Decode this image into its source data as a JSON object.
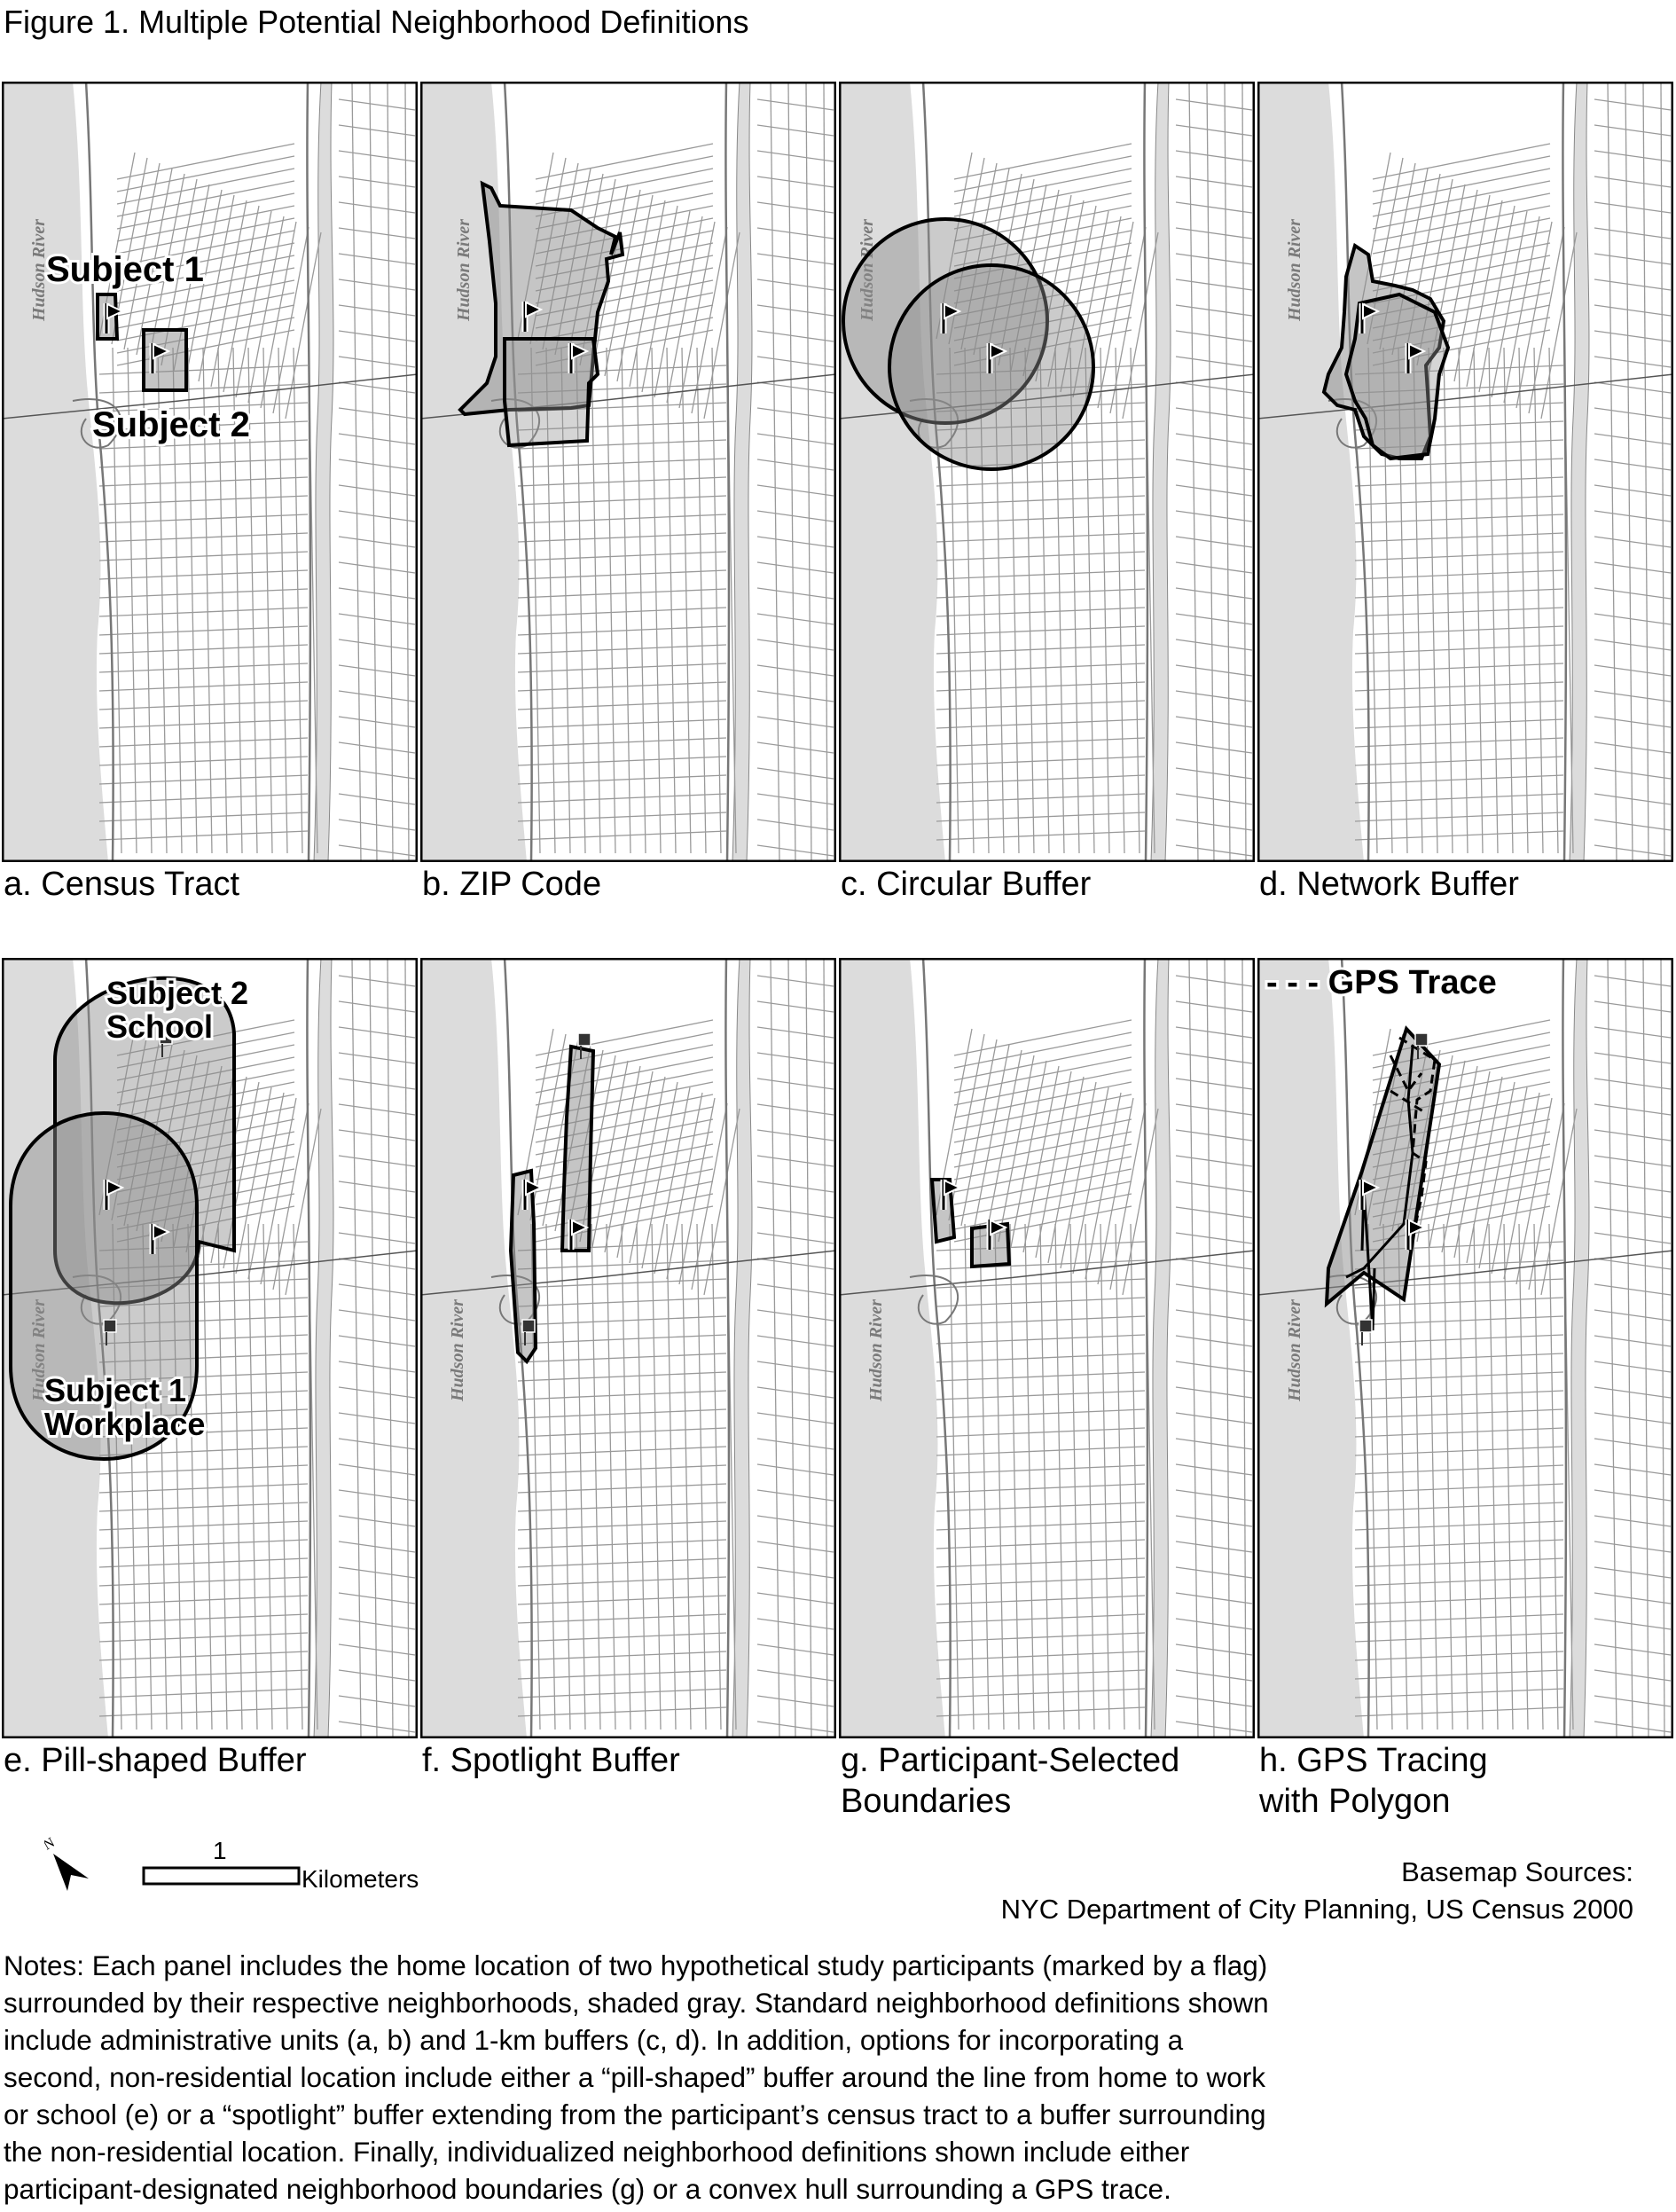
{
  "figure_title": "Figure 1. Multiple Potential Neighborhood Definitions",
  "river_label": "Hudson River",
  "panels": [
    {
      "caption": "a. Census Tract",
      "labels": [
        "Subject 1",
        "Subject 2"
      ]
    },
    {
      "caption": "b. ZIP Code",
      "labels": []
    },
    {
      "caption": "c. Circular Buffer",
      "labels": []
    },
    {
      "caption": "d. Network Buffer",
      "labels": []
    },
    {
      "caption": "e. Pill-shaped Buffer",
      "labels": [
        "Subject 2",
        "School",
        "Subject 1",
        "Workplace"
      ]
    },
    {
      "caption": "f. Spotlight Buffer",
      "labels": []
    },
    {
      "caption": "g. Participant-Selected",
      "caption2": "Boundaries",
      "labels": []
    },
    {
      "caption": "h. GPS Tracing",
      "caption2": "with Polygon",
      "labels": [
        "- - - GPS Trace"
      ]
    }
  ],
  "scale_bar": {
    "value": "1",
    "unit": "Kilometers",
    "north": "N"
  },
  "sources": {
    "line1": "Basemap Sources:",
    "line2": "NYC Department of City Planning, US Census 2000"
  },
  "notes": [
    "Notes: Each panel includes the home location of two hypothetical study participants (marked by a flag)",
    "surrounded by their respective neighborhoods, shaded gray.  Standard neighborhood definitions shown",
    "include administrative units (a, b) and 1-km buffers (c, d).  In addition, options for incorporating a",
    "second, non-residential location include either a “pill-shaped” buffer around the line from home to work",
    "or school (e) or a “spotlight” buffer extending from the participant’s census tract to a buffer surrounding",
    " the non-residential location.  Finally, individualized neighborhood definitions shown include either",
    "participant-designated neighborhood boundaries (g) or a convex hull surrounding a GPS trace."
  ]
}
